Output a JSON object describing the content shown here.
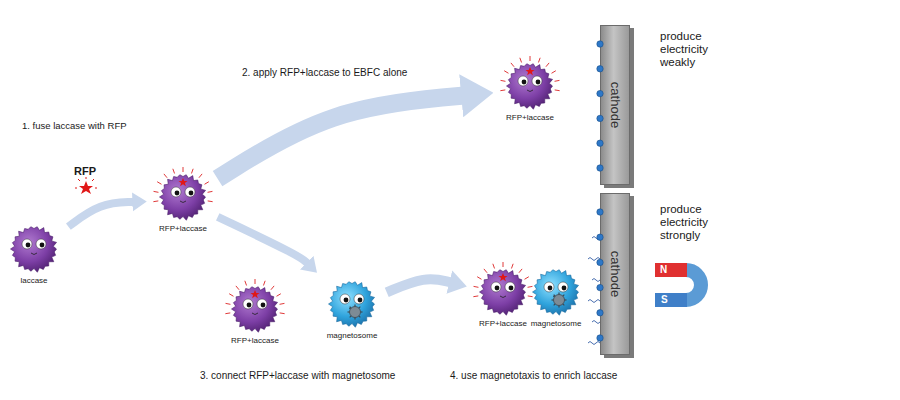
{
  "diagram": {
    "nodes": [
      {
        "text": [
          "laccase"
        ]
      },
      {
        "text": [
          "RFP+laccase"
        ]
      },
      {
        "text": [
          "RFP+laccase"
        ]
      },
      {
        "text": [
          "cathode"
        ]
      },
      {
        "text": [
          "RFP+laccase"
        ]
      },
      {
        "text": [
          "magnetosome"
        ]
      },
      {
        "text": [
          "RFP+laccase"
        ]
      },
      {
        "text": [
          "magnetosome"
        ]
      },
      {
        "text": [
          "cathode"
        ]
      }
    ],
    "edges": [
      {
        "from": 0,
        "to": 1,
        "arrow": "to"
      },
      {
        "from": 1,
        "to": 2,
        "arrow": "to"
      },
      {
        "from": 1,
        "to": 5,
        "arrow": "to"
      },
      {
        "from": 5,
        "to": 6,
        "arrow": "to"
      }
    ],
    "labels": [
      "1. fuse laccase with RFP",
      "RFP",
      "2. apply RFP+laccase to EBFC alone",
      "produce electricity weakly",
      "produce electricity strongly",
      "N",
      "S",
      "3. connect RFP+laccase with magnetosome",
      "4. use magnetotaxis to enrich laccase"
    ]
  }
}
